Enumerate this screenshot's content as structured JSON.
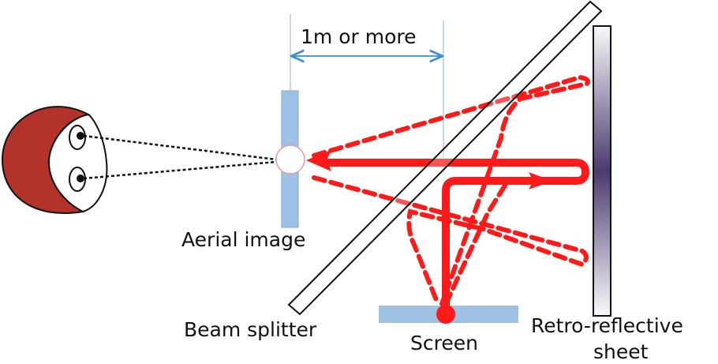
{
  "labels": {
    "distance": "1m or more",
    "aerial_image": "Aerial image",
    "beam_splitter": "Beam splitter",
    "screen": "Screen",
    "retro_line1": "Retro-reflective",
    "retro_line2": "sheet"
  },
  "colors": {
    "light": "#ff1a1a",
    "panel": "#9fc1e3",
    "hair": "#b03a2e",
    "retro": "#4b3a6e",
    "measure": "#3a8fd0"
  }
}
